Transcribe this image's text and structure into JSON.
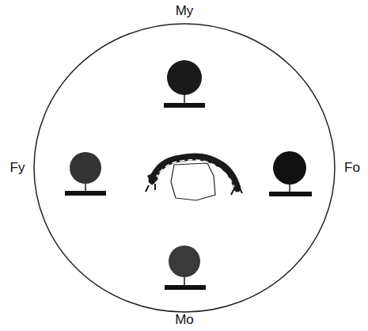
{
  "diagram": {
    "labels": [
      "My",
      "Fy",
      "Fo",
      "Mo"
    ]
  }
}
